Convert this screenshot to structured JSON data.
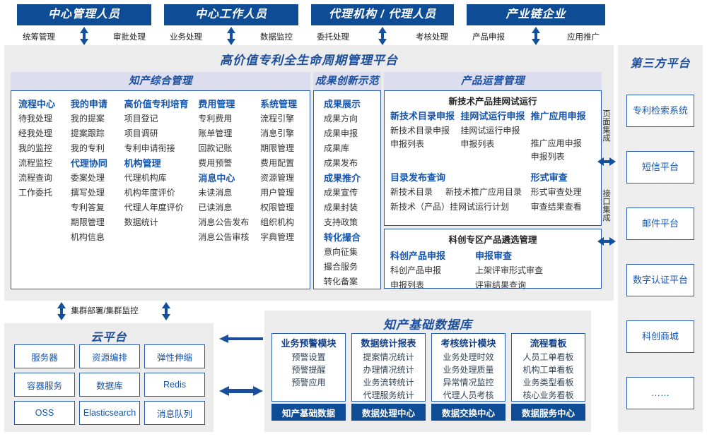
{
  "roles": [
    {
      "title": "中心管理人员",
      "left": "统筹管理",
      "right": "审批处理"
    },
    {
      "title": "中心工作人员",
      "left": "业务处理",
      "right": "数据监控"
    },
    {
      "title": "代理机构 / 代理人员",
      "left": "委托处理",
      "right": "考核处理"
    },
    {
      "title": "产业链企业",
      "left": "产品申报",
      "right": "应用推广"
    }
  ],
  "platform": {
    "title": "高价值专利全生命周期管理平台",
    "sections": {
      "ip": {
        "header": "知产综合管理",
        "columns": [
          {
            "items": [
              {
                "t": "h",
                "v": "流程中心"
              },
              {
                "t": "i",
                "v": "待我处理"
              },
              {
                "t": "i",
                "v": "经我处理"
              },
              {
                "t": "i",
                "v": "我的监控"
              },
              {
                "t": "i",
                "v": "流程监控"
              },
              {
                "t": "i",
                "v": "流程查询"
              },
              {
                "t": "i",
                "v": "工作委托"
              }
            ]
          },
          {
            "items": [
              {
                "t": "h",
                "v": "我的申请"
              },
              {
                "t": "i",
                "v": "我的提案"
              },
              {
                "t": "i",
                "v": "提案跟踪"
              },
              {
                "t": "i",
                "v": "我的专利"
              },
              {
                "t": "h",
                "v": "代理协同"
              },
              {
                "t": "i",
                "v": "委案处理"
              },
              {
                "t": "i",
                "v": "撰写处理"
              },
              {
                "t": "i",
                "v": "专利答复"
              },
              {
                "t": "i",
                "v": "期限管理"
              },
              {
                "t": "i",
                "v": "机构信息"
              }
            ]
          },
          {
            "items": [
              {
                "t": "h",
                "v": "高价值专利培育"
              },
              {
                "t": "i",
                "v": "项目登记"
              },
              {
                "t": "i",
                "v": "项目调研"
              },
              {
                "t": "i",
                "v": "专利申请衔接"
              },
              {
                "t": "h",
                "v": "机构管理"
              },
              {
                "t": "i",
                "v": "代理机构库"
              },
              {
                "t": "i",
                "v": "机构年度评价"
              },
              {
                "t": "i",
                "v": "代理人年度评价"
              },
              {
                "t": "i",
                "v": "数据统计"
              }
            ]
          },
          {
            "items": [
              {
                "t": "h",
                "v": "费用管理"
              },
              {
                "t": "i",
                "v": "专利费用"
              },
              {
                "t": "i",
                "v": "账单管理"
              },
              {
                "t": "i",
                "v": "回款记账"
              },
              {
                "t": "i",
                "v": "费用预警"
              },
              {
                "t": "h",
                "v": "消息中心"
              },
              {
                "t": "i",
                "v": "未读消息"
              },
              {
                "t": "i",
                "v": "已读消息"
              },
              {
                "t": "i",
                "v": "消息公告发布"
              },
              {
                "t": "i",
                "v": "消息公告审核"
              }
            ]
          },
          {
            "items": [
              {
                "t": "h",
                "v": "系统管理"
              },
              {
                "t": "i",
                "v": "流程引擎"
              },
              {
                "t": "i",
                "v": "消息引擎"
              },
              {
                "t": "i",
                "v": "期限管理"
              },
              {
                "t": "i",
                "v": "费用配置"
              },
              {
                "t": "i",
                "v": "资源管理"
              },
              {
                "t": "i",
                "v": "用户管理"
              },
              {
                "t": "i",
                "v": "权限管理"
              },
              {
                "t": "i",
                "v": "组织机构"
              },
              {
                "t": "i",
                "v": "字典管理"
              }
            ]
          }
        ]
      },
      "achv": {
        "header": "成果创新示范",
        "items": [
          {
            "t": "h",
            "v": "成果展示"
          },
          {
            "t": "i",
            "v": "成果方向"
          },
          {
            "t": "i",
            "v": "成果申报"
          },
          {
            "t": "i",
            "v": "成果库"
          },
          {
            "t": "i",
            "v": "成果发布"
          },
          {
            "t": "h",
            "v": "成果推介"
          },
          {
            "t": "i",
            "v": "成果宣传"
          },
          {
            "t": "i",
            "v": "成果封装"
          },
          {
            "t": "i",
            "v": "支持政策"
          },
          {
            "t": "h",
            "v": "转化撮合"
          },
          {
            "t": "i",
            "v": "意向征集"
          },
          {
            "t": "i",
            "v": "撮合服务"
          },
          {
            "t": "i",
            "v": "转化备案"
          }
        ]
      },
      "ops": {
        "header": "产品运营管理",
        "panel1": {
          "title": "新技术产品挂网试运行",
          "row1": [
            {
              "head": "新技术目录申报",
              "items": [
                "新技术目录申报",
                "申报列表"
              ]
            },
            {
              "head": "挂网试运行申报",
              "items": [
                "挂网试运行申报",
                "申报列表"
              ]
            },
            {
              "head": "推广应用申报",
              "items": [
                "推广应用申报",
                "申报列表"
              ]
            }
          ],
          "row2_left": {
            "head": "目录发布查询",
            "items_a": [
              "新技术目录",
              "新技术（产品）挂网试运行计划"
            ],
            "items_b": [
              "新技术推广应用目录"
            ]
          },
          "row2_right": {
            "head": "形式审查",
            "items": [
              "形式审查处理",
              "审查结果查看"
            ]
          }
        },
        "panel2": {
          "title": "科创专区产品遴选管理",
          "cols": [
            {
              "head": "科创产品申报",
              "items": [
                "科创产品申报",
                "申报列表"
              ]
            },
            {
              "head": "申报审查",
              "items": [
                "上架评审形式审查",
                "评审结果查询"
              ]
            }
          ]
        }
      }
    }
  },
  "third_party": {
    "title": "第三方平台",
    "boxes": [
      "专利检索系统",
      "短信平台",
      "邮件平台",
      "数字认证平台",
      "科创商城",
      "……"
    ],
    "labels": [
      "页面集成",
      "接口集成"
    ]
  },
  "cloud": {
    "cluster_label": "集群部署/集群监控",
    "title": "云平台",
    "cells": [
      "服务器",
      "资源编排",
      "弹性伸缩",
      "容器服务",
      "数据库",
      "Redis",
      "OSS",
      "Elasticsearch",
      "消息队列"
    ]
  },
  "database": {
    "title": "知产基础数据库",
    "columns": [
      {
        "head": "业务预警模块",
        "items": [
          "预警设置",
          "预警提醒",
          "预警应用"
        ],
        "foot": "知产基础数据"
      },
      {
        "head": "数据统计报表",
        "items": [
          "提案情况统计",
          "办理情况统计",
          "业务流转统计",
          "代理服务统计"
        ],
        "foot": "数据处理中心"
      },
      {
        "head": "考核统计模块",
        "items": [
          "业务处理时效",
          "业务处理质量",
          "异常情况监控",
          "代理人员考核"
        ],
        "foot": "数据交换中心"
      },
      {
        "head": "流程看板",
        "items": [
          "人员工单看板",
          "机构工单看板",
          "业务类型看板",
          "核心业务看板"
        ],
        "foot": "数据服务中心"
      }
    ]
  },
  "colors": {
    "brand": "#0f4c96",
    "accent": "#1555ad",
    "band": "#dcdef0",
    "panel": "#ececec"
  }
}
